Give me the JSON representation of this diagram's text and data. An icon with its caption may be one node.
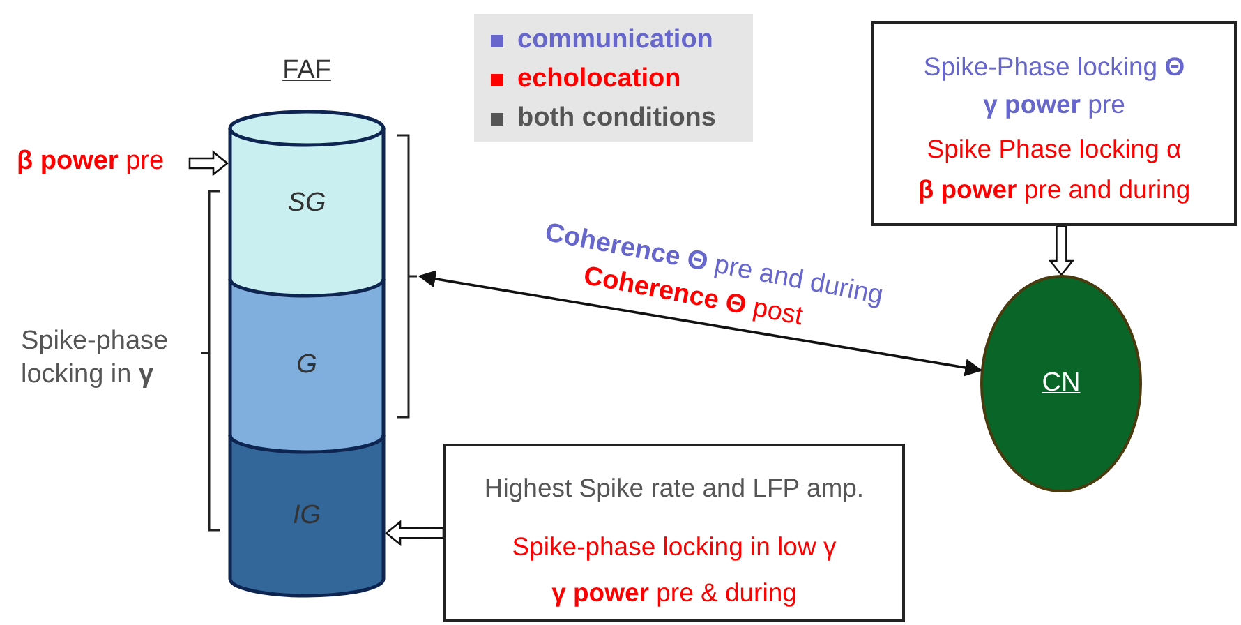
{
  "diagram": {
    "nodes": [
      {
        "text": [
          "FAF"
        ]
      },
      {
        "text": [
          "SG"
        ],
        "in": 0
      },
      {
        "text": [
          "G"
        ],
        "in": 0
      },
      {
        "text": [
          "IG"
        ],
        "in": 0
      },
      {
        "text": [
          "**β power** pre"
        ]
      },
      {
        "text": [],
        "shape": "bracket"
      },
      {
        "text": [
          "Spike-Phase locking **Θ**",
          "**γ power** pre",
          "Spike Phase locking α",
          "**β power** pre and during"
        ]
      },
      {
        "text": [
          "CN"
        ]
      },
      {
        "text": [
          "Highest Spike rate and LFP amp.",
          "Spike-phase locking in low γ",
          "**γ power** pre & during"
        ]
      }
    ],
    "edges": [
      {
        "from": 4,
        "to": 1,
        "arrow": "to"
      },
      {
        "from": 5,
        "to": 7,
        "arrow": "both",
        "label": "**Coherence Θ** pre and during"
      },
      {
        "from": 6,
        "to": 7,
        "arrow": "to"
      },
      {
        "from": 8,
        "to": 3,
        "arrow": "to"
      }
    ],
    "labels": [
      "Spike-phase locking in **γ**",
      "**Coherence Θ** post"
    ],
    "legend": [
      {
        "text": "communication",
        "color": "#6666cc"
      },
      {
        "text": "echolocation",
        "color": "#ff0000"
      },
      {
        "text": "both conditions",
        "color": "#555555"
      }
    ]
  }
}
